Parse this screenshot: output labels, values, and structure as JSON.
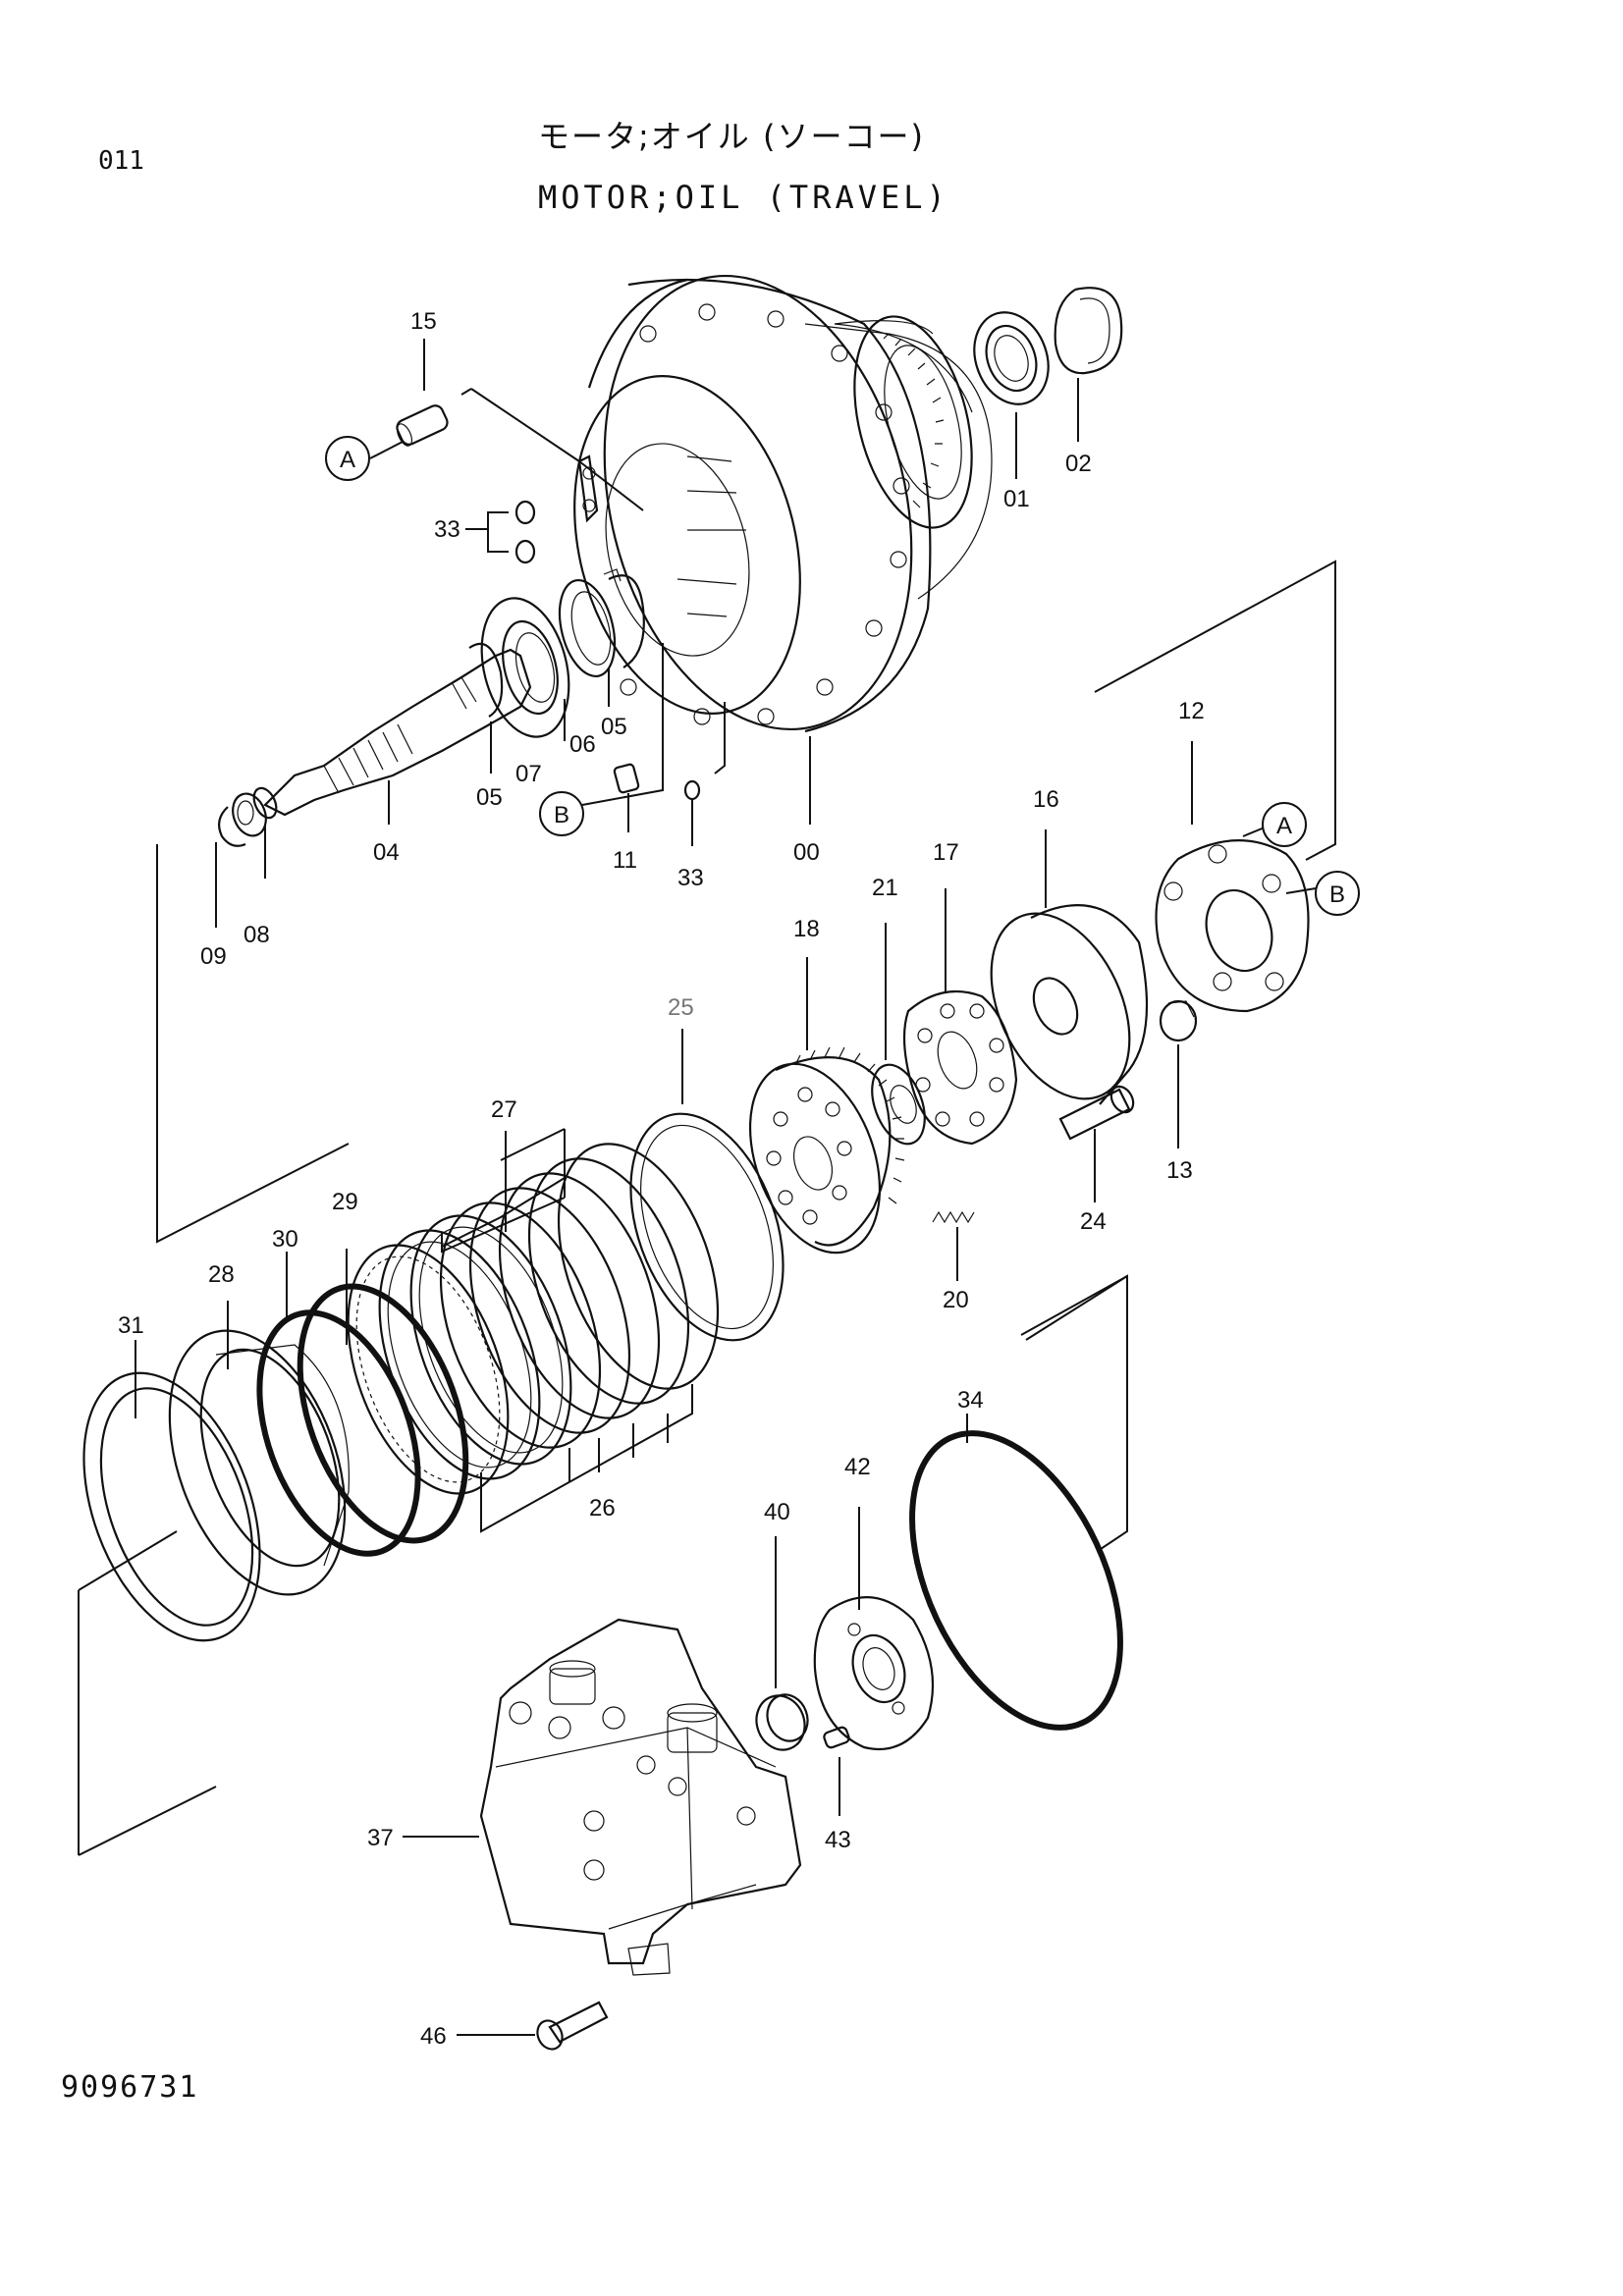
{
  "header": {
    "page_code": "011",
    "title_jp": "モータ;オイル (ソーコー)",
    "title_en": "MOTOR;OIL (TRAVEL)"
  },
  "document_number": "9096731",
  "reference_markers": [
    "A",
    "B"
  ],
  "callouts": {
    "p00": "00",
    "p01": "01",
    "p02": "02",
    "p04": "04",
    "p05a": "05",
    "p05b": "05",
    "p06": "06",
    "p07": "07",
    "p08": "08",
    "p09": "09",
    "p11": "11",
    "p12": "12",
    "p13": "13",
    "p15": "15",
    "p16": "16",
    "p17": "17",
    "p18": "18",
    "p20": "20",
    "p21": "21",
    "p24": "24",
    "p25": "25",
    "p26": "26",
    "p27": "27",
    "p28": "28",
    "p29": "29",
    "p30": "30",
    "p31": "31",
    "p33a": "33",
    "p33b": "33",
    "p34": "34",
    "p37": "37",
    "p40": "40",
    "p42": "42",
    "p43": "43",
    "p46": "46"
  }
}
